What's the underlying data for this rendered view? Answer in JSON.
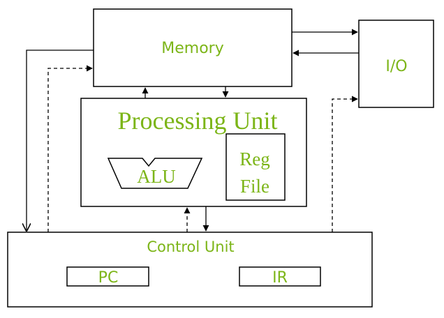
{
  "colors": {
    "text": "#7cb518",
    "stroke": "#000000",
    "background": "#ffffff"
  },
  "blocks": {
    "memory": "Memory",
    "io": "I/O",
    "processing_unit": "Processing Unit",
    "alu": "ALU",
    "reg_file_line1": "Reg",
    "reg_file_line2": "File",
    "control_unit": "Control Unit",
    "pc": "PC",
    "ir": "IR"
  }
}
